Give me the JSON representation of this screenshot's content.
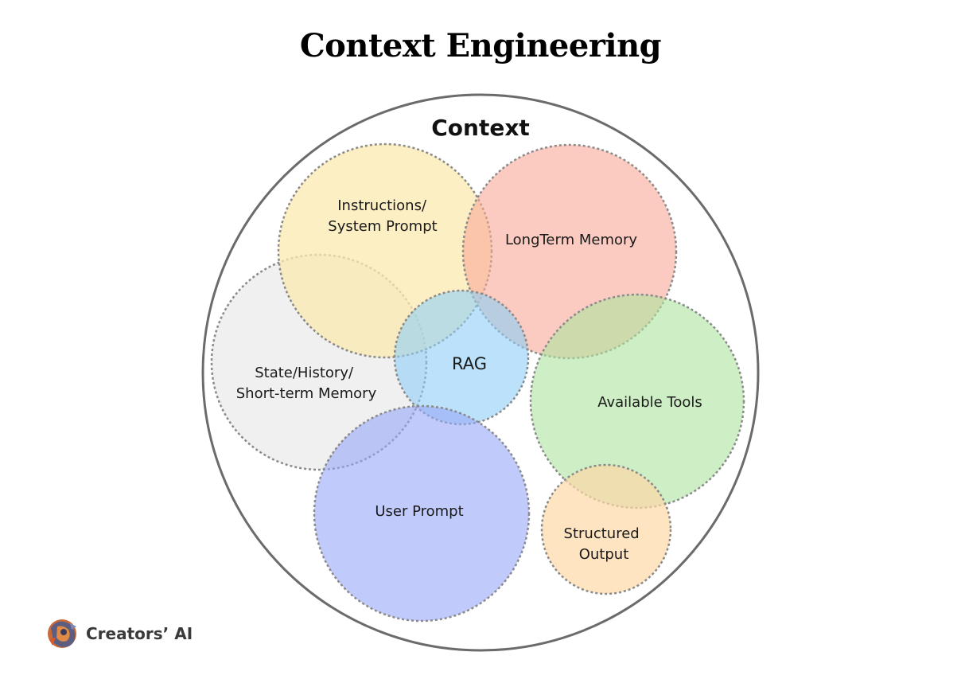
{
  "title": "Context Engineering",
  "outer": {
    "label": "Context"
  },
  "circles": {
    "instructions": {
      "lines": [
        "Instructions/",
        "System Prompt"
      ],
      "color": "#FCEAB0"
    },
    "longterm": {
      "lines": [
        "LongTerm Memory"
      ],
      "color": "#F9A898"
    },
    "state": {
      "lines": [
        "State/History/",
        "Short-term Memory"
      ],
      "color": "#E6E6E6"
    },
    "rag": {
      "lines": [
        "RAG"
      ],
      "color": "#8ECFF7"
    },
    "tools": {
      "lines": [
        "Available Tools"
      ],
      "color": "#AEE59E"
    },
    "user": {
      "lines": [
        "User Prompt"
      ],
      "color": "#98A9F9"
    },
    "structured": {
      "lines": [
        "Structured",
        "Output"
      ],
      "color": "#FDD9A6"
    }
  },
  "brand": {
    "name": "Creators’ AI",
    "logo": "creators-ai-logo"
  }
}
